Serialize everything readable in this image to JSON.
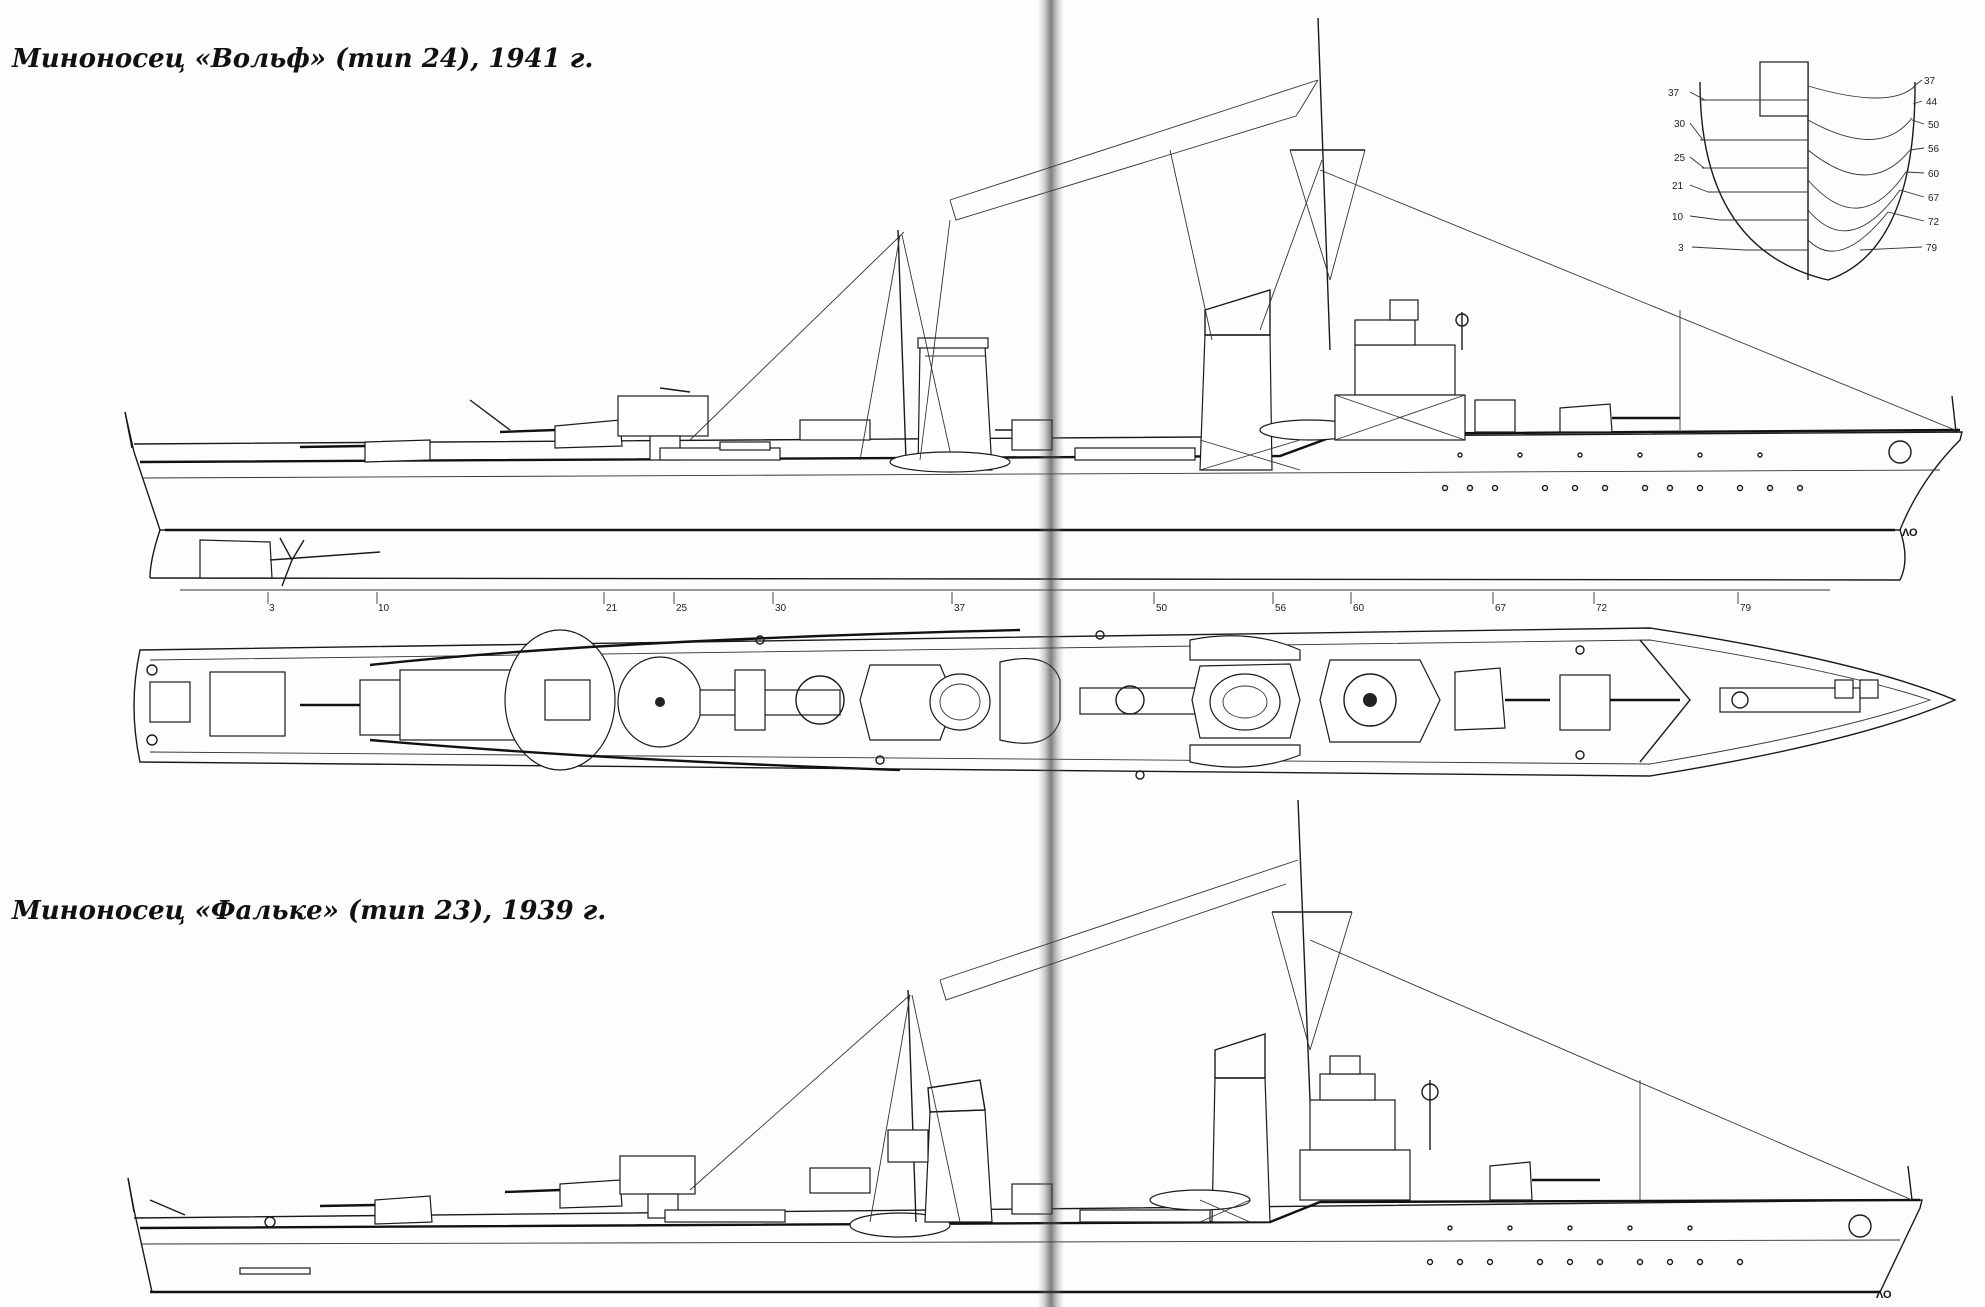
{
  "drawings": {
    "wolf": {
      "title": "Миноносец «Вольф» (тип 24), 1941 г."
    },
    "falke": {
      "title": "Миноносец «Фальке» (тип 23), 1939 г."
    }
  },
  "frame_marks": [
    "3",
    "10",
    "21",
    "25",
    "30",
    "37",
    "50",
    "56",
    "60",
    "67",
    "72",
    "79"
  ],
  "body_plan": {
    "left_labels": [
      "37",
      "30",
      "25",
      "21",
      "10",
      "3"
    ],
    "right_labels": [
      "37",
      "44",
      "50",
      "56",
      "60",
      "67",
      "72",
      "79"
    ]
  },
  "waterline_label": "ΛΟ",
  "colors": {
    "ink": "#1a1a1a",
    "paper": "#fdfdfd"
  }
}
